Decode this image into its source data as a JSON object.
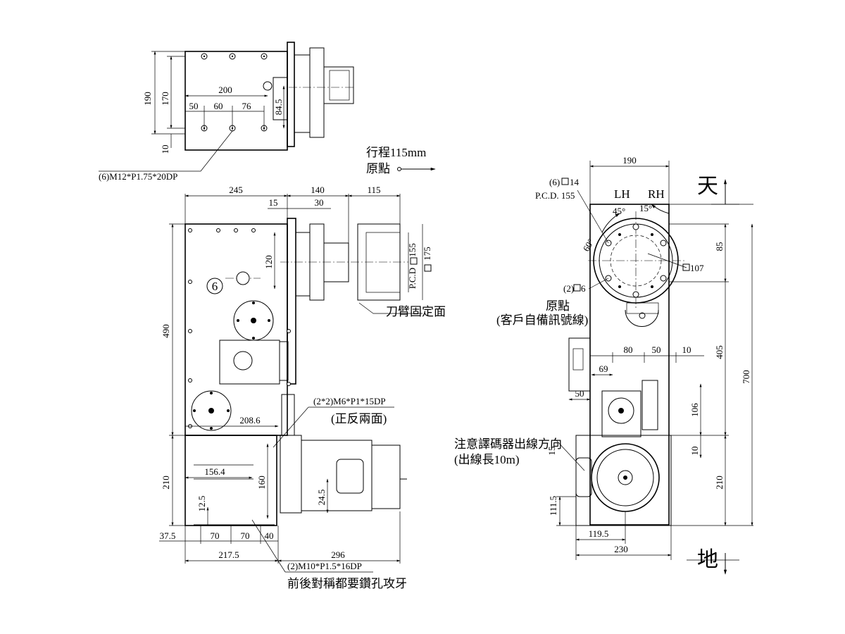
{
  "top_view": {
    "dims": [
      "190",
      "170",
      "200",
      "50",
      "60",
      "76",
      "84.5",
      "10"
    ],
    "callout": "(6)M12*P1.75*20DP"
  },
  "travel": {
    "label": "行程115mm",
    "origin": "原點"
  },
  "front_view": {
    "dims_top": [
      "245",
      "140",
      "115",
      "15",
      "30"
    ],
    "dim_120": "120",
    "pcd_155": "P.C.D",
    "sq155": "155",
    "sq175": "175",
    "balloon": "6",
    "dim_490": "490",
    "dim_210": "210",
    "dim_208_6": "208.6",
    "dim_156_4": "156.4",
    "dim_160": "160",
    "dim_12_5": "12.5",
    "dim_24_5": "24.5",
    "bottom_dims": [
      "37.5",
      "70",
      "70",
      "40"
    ],
    "dim_217_5": "217.5",
    "dim_296": "296",
    "arm_face": "刀臂固定面",
    "m6_callout": "(2*2)M6*P1*15DP",
    "both_sides": "(正反兩面)",
    "m10_callout": "(2)M10*P1.5*16DP",
    "drill_note": "前後對稱都要鑽孔攻牙"
  },
  "side_view": {
    "dim_190": "190",
    "holes14": "(6)",
    "holes14_size": "14",
    "pcd": "P.C.D. 155",
    "lh": "LH",
    "rh": "RH",
    "a45": "45°",
    "a15": "15°",
    "a60": "60°",
    "dim_85": "85",
    "sq107": "107",
    "holes6": "(2)",
    "holes6_size": "6",
    "origin": "原點",
    "customer_line": "(客戶自備訊號線)",
    "dims_80_50_10": [
      "80",
      "50",
      "10"
    ],
    "dim_69": "69",
    "dim_50": "50",
    "dim_405": "405",
    "dim_700": "700",
    "dim_106": "106",
    "dim_10": "10",
    "dim_210": "210",
    "encoder_note": "注意譯碼器出線方向",
    "cable_length": "(出線長10m)",
    "dim_15": "15",
    "dim_111_5": "111.5",
    "dim_119_5": "119.5",
    "dim_230": "230",
    "heaven": "天",
    "earth": "地"
  }
}
